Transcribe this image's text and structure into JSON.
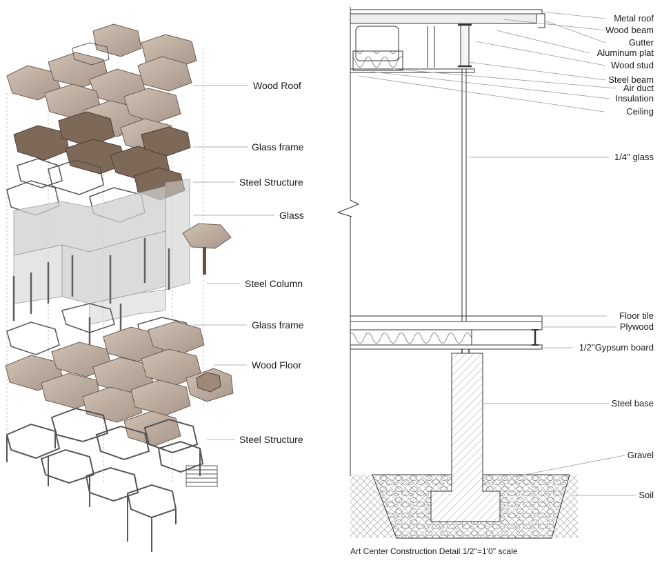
{
  "axonometric": {
    "labels": [
      "Wood Roof",
      "Glass frame",
      "Steel Structure",
      "Glass",
      "Steel Column",
      "Glass frame",
      "Wood Floor",
      "Steel Structure"
    ]
  },
  "section": {
    "labels": [
      "Metal roof",
      "Wood beam",
      "Gutter",
      "Aluminum plat",
      "Wood stud",
      "Steel beam",
      "Air duct",
      "Insulation",
      "Ceiling",
      "1/4'' glass",
      "Floor tile",
      "Plywood",
      "1/2''Gypsum board",
      "Steel base",
      "Gravel",
      "Soil"
    ]
  },
  "caption": "Art Center Construction Detail 1/2''=1'0'' scale",
  "colors": {
    "wood": "#c2b2a2",
    "wood_dark": "#7a6454",
    "steel": "#6b6b6b",
    "glass": "#d2d2d2",
    "line": "#333333"
  }
}
